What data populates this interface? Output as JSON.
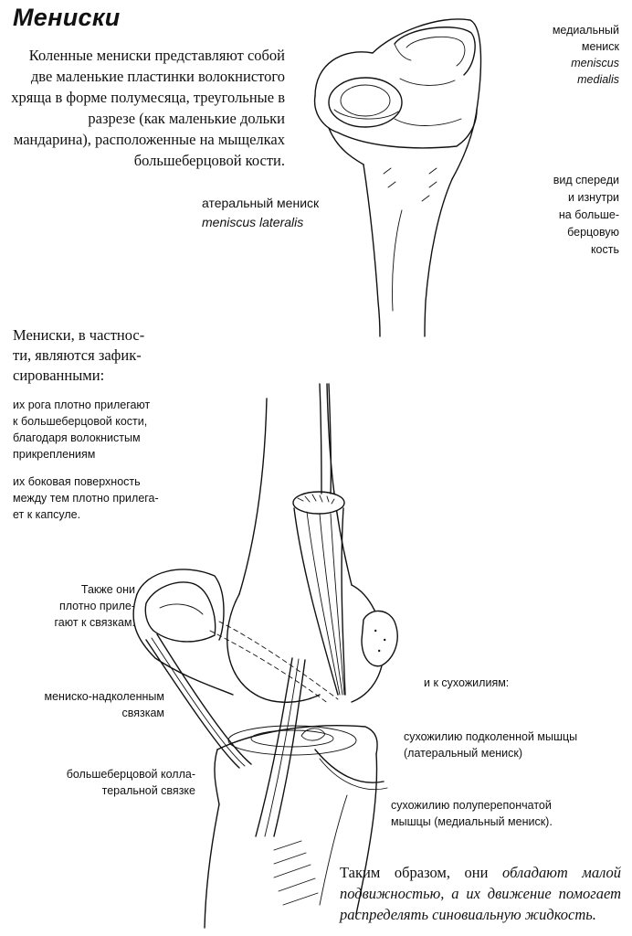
{
  "title": "Мениски",
  "intro": "Коленные мениски представляют собой две маленькие пластинки волокнистого хряща в форме полумесяца, треугольные в разрезе (как маленькие дольки мандарина), расположенные на мыщелках большеберцовой кости.",
  "top_labels": {
    "medial_ru_1": "медиальный",
    "medial_ru_2": "мениск",
    "medial_lat_1": "meniscus",
    "medial_lat_2": "medialis",
    "view_1": "вид спереди",
    "view_2": "и изнутри",
    "view_3": "на большe-",
    "view_4": "берцовую",
    "view_5": "кость",
    "lateral_ru": "атеральный мениск",
    "lateral_lat": "meniscus lateralis"
  },
  "fixed": {
    "heading_1": "Мениски, в частнос-",
    "heading_2": "ти, являются зафик-",
    "heading_3": "сированными:",
    "p1_1": "их рога плотно прилегают",
    "p1_2": "к большеберцовой кости,",
    "p1_3": "благодаря волокнистым",
    "p1_4": "прикреплениям",
    "p2_1": "их боковая поверхность",
    "p2_2": "между тем плотно прилега-",
    "p2_3": "ет к капсуле."
  },
  "ligaments": {
    "also_1": "Также они",
    "also_2": "плотно прилe-",
    "also_3": "гают к связкам:",
    "menisco_1": "мениско-надколенным",
    "menisco_2": "связкам",
    "collat_1": "большеберцовой колла-",
    "collat_2": "теральной связке"
  },
  "tendons": {
    "heading": "и к сухожилиям:",
    "pop_1": "сухожилию подколенной мышцы",
    "pop_2": "(латеральный мениск)",
    "semi_1": "сухожилию полуперепончатой",
    "semi_2": "мышцы (медиальный мениск)."
  },
  "conclusion": {
    "part1": "Таким образом, они ",
    "part2": "обладают малой подвижностью, а их движение помогает распределять синовиальную жидкость."
  }
}
